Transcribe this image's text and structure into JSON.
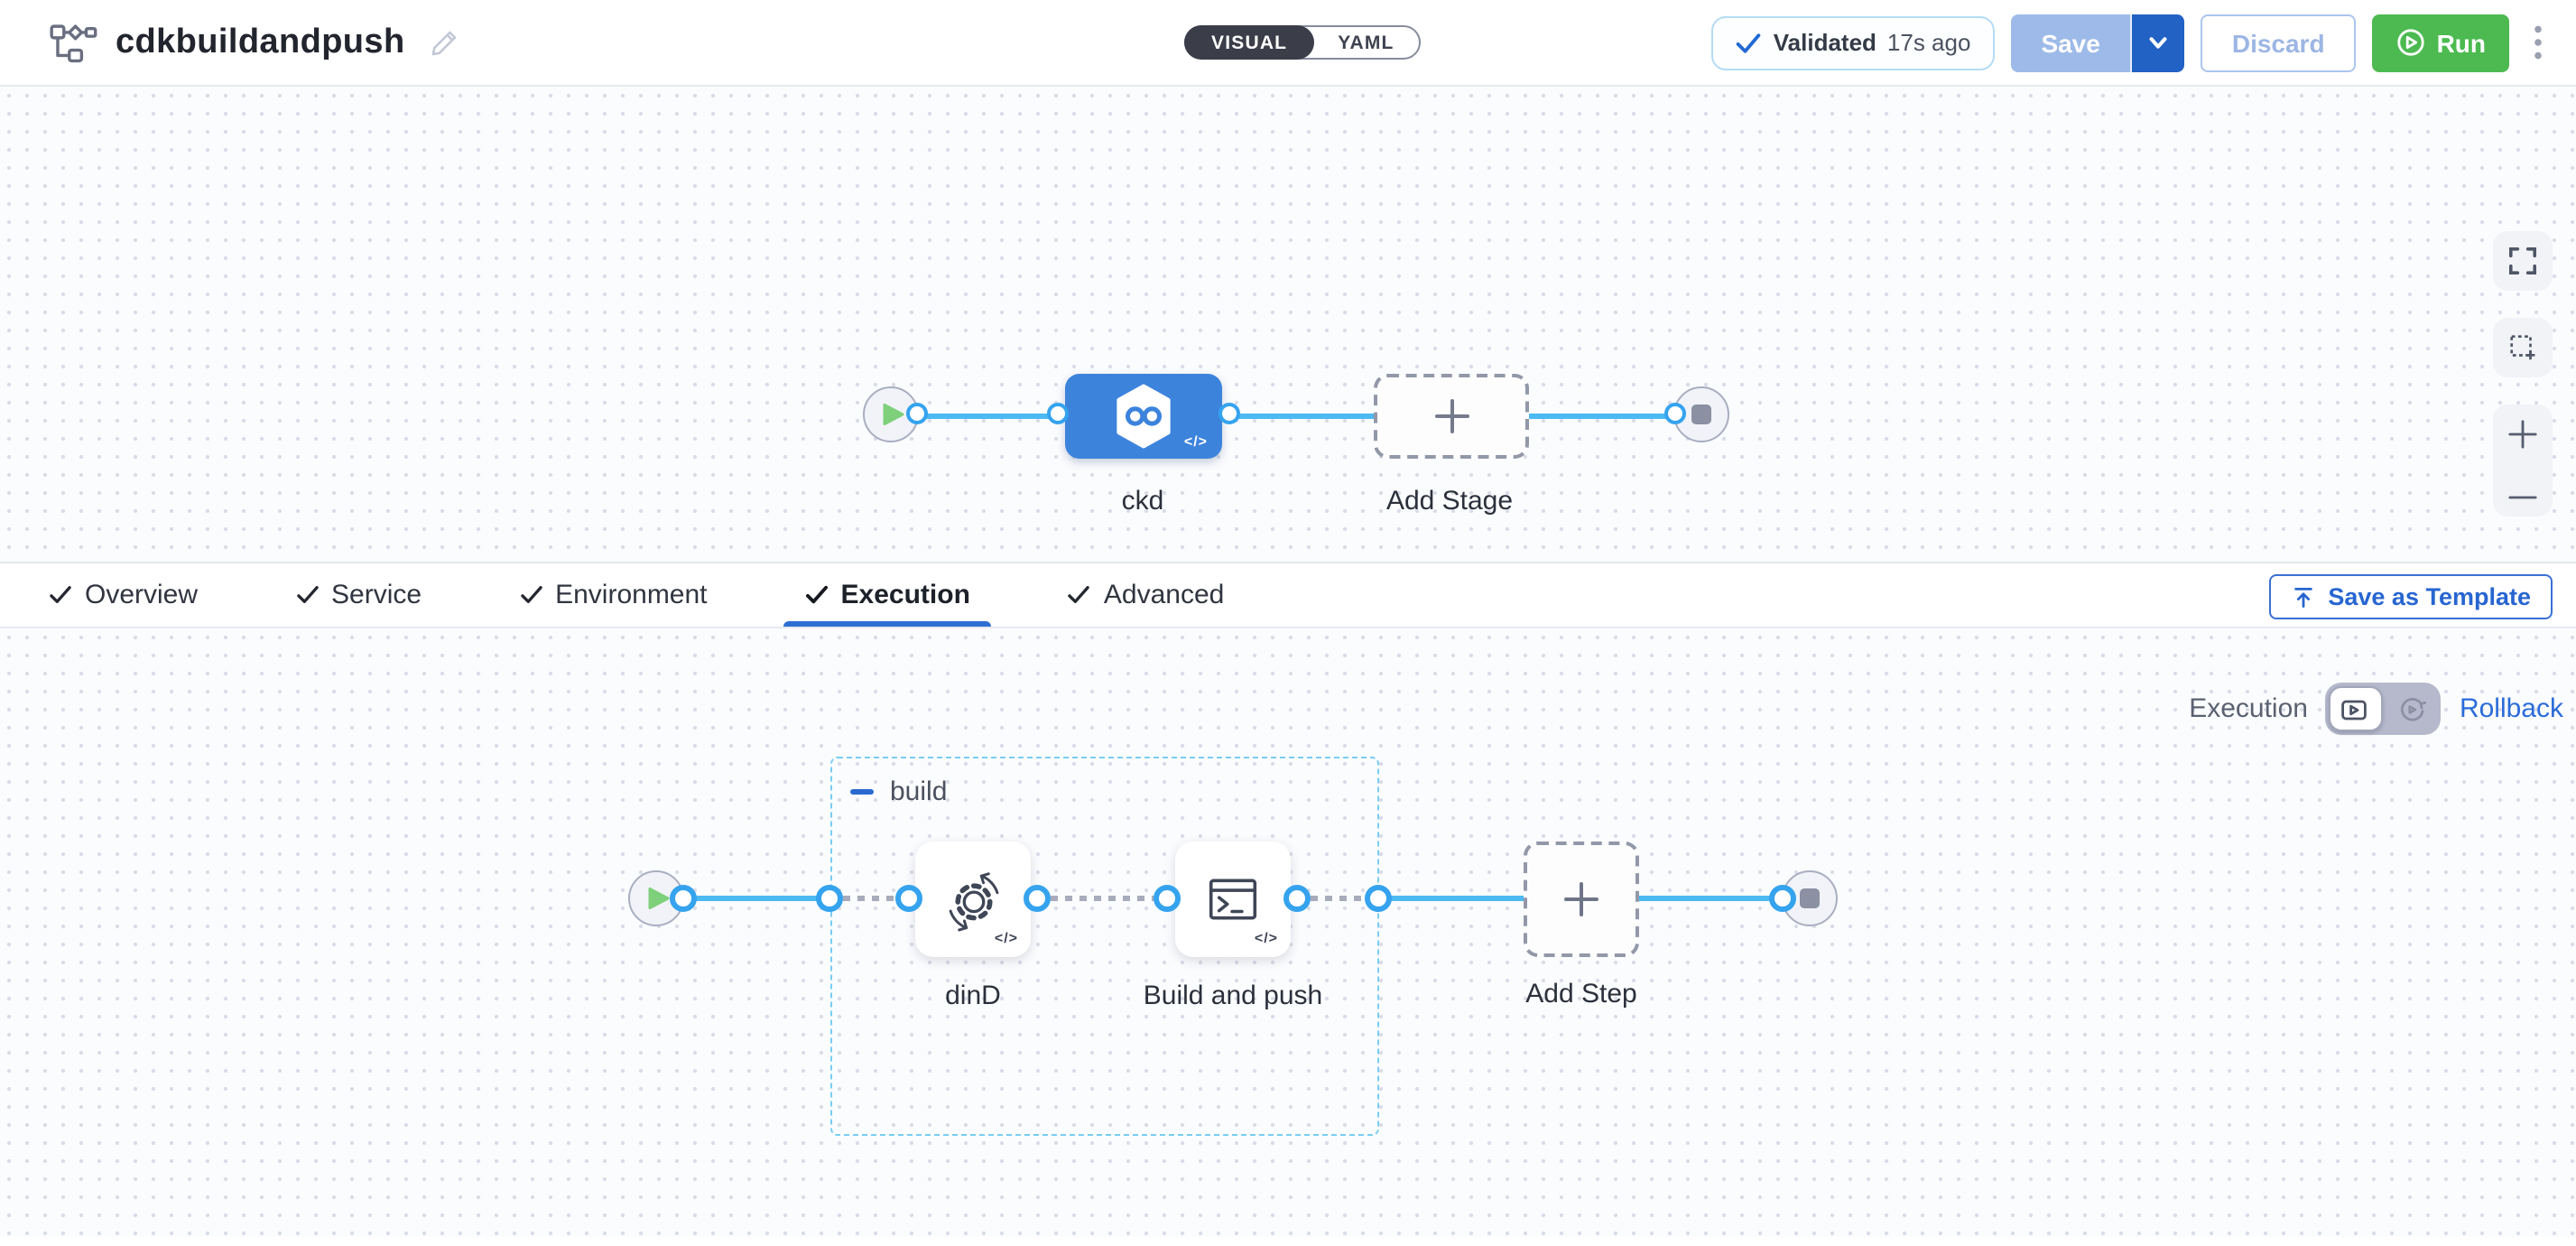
{
  "header": {
    "title": "cdkbuildandpush",
    "mode_toggle": {
      "visual_label": "VISUAL",
      "yaml_label": "YAML",
      "selected": "VISUAL"
    },
    "validated_badge": {
      "label": "Validated",
      "time_ago": "17s ago"
    },
    "buttons": {
      "save": "Save",
      "discard": "Discard",
      "run": "Run"
    }
  },
  "stage_canvas": {
    "stage_name": "ckd",
    "add_stage_label": "Add Stage"
  },
  "config_tabs": {
    "items": [
      {
        "label": "Overview",
        "checked": true,
        "active": false
      },
      {
        "label": "Service",
        "checked": true,
        "active": false
      },
      {
        "label": "Environment",
        "checked": true,
        "active": false
      },
      {
        "label": "Execution",
        "checked": true,
        "active": true
      },
      {
        "label": "Advanced",
        "checked": true,
        "active": false
      }
    ],
    "save_as_template_label": "Save as Template"
  },
  "execution_panel": {
    "view_label": "Execution",
    "rollback_label": "Rollback",
    "group_label": "build",
    "steps": [
      {
        "name": "dinD",
        "icon": "gear-sync-icon"
      },
      {
        "name": "Build and push",
        "icon": "terminal-icon"
      }
    ],
    "add_step_label": "Add Step"
  },
  "code_badge": "</>",
  "icons": {
    "pipeline": "flowchart-icon",
    "edit": "pencil-icon",
    "validated": "check-icon",
    "save_more": "chevron-down-icon",
    "run": "play-circle-icon",
    "more": "kebab-menu-icon",
    "canvas_controls": [
      "fullscreen-icon",
      "marquee-select-icon",
      "zoom-in-icon",
      "zoom-out-icon"
    ],
    "stage": "hexagon-infinity-icon",
    "add": "plus-icon",
    "start_node": "play-triangle-icon",
    "end_node": "stop-square-icon",
    "save_as_template": "upload-icon",
    "execution_view": "play-screen-icon",
    "rollback_view": "replay-icon"
  },
  "colors": {
    "accent_blue": "#2e6fd3",
    "connector_blue": "#4cb9f3",
    "node_blue": "#3c83dc",
    "run_green": "#4cba50",
    "save_disabled": "#9dbae8",
    "save_caret": "#2162c4",
    "group_border": "#79cdf2",
    "canvas_bg": "#fbfcfe"
  }
}
